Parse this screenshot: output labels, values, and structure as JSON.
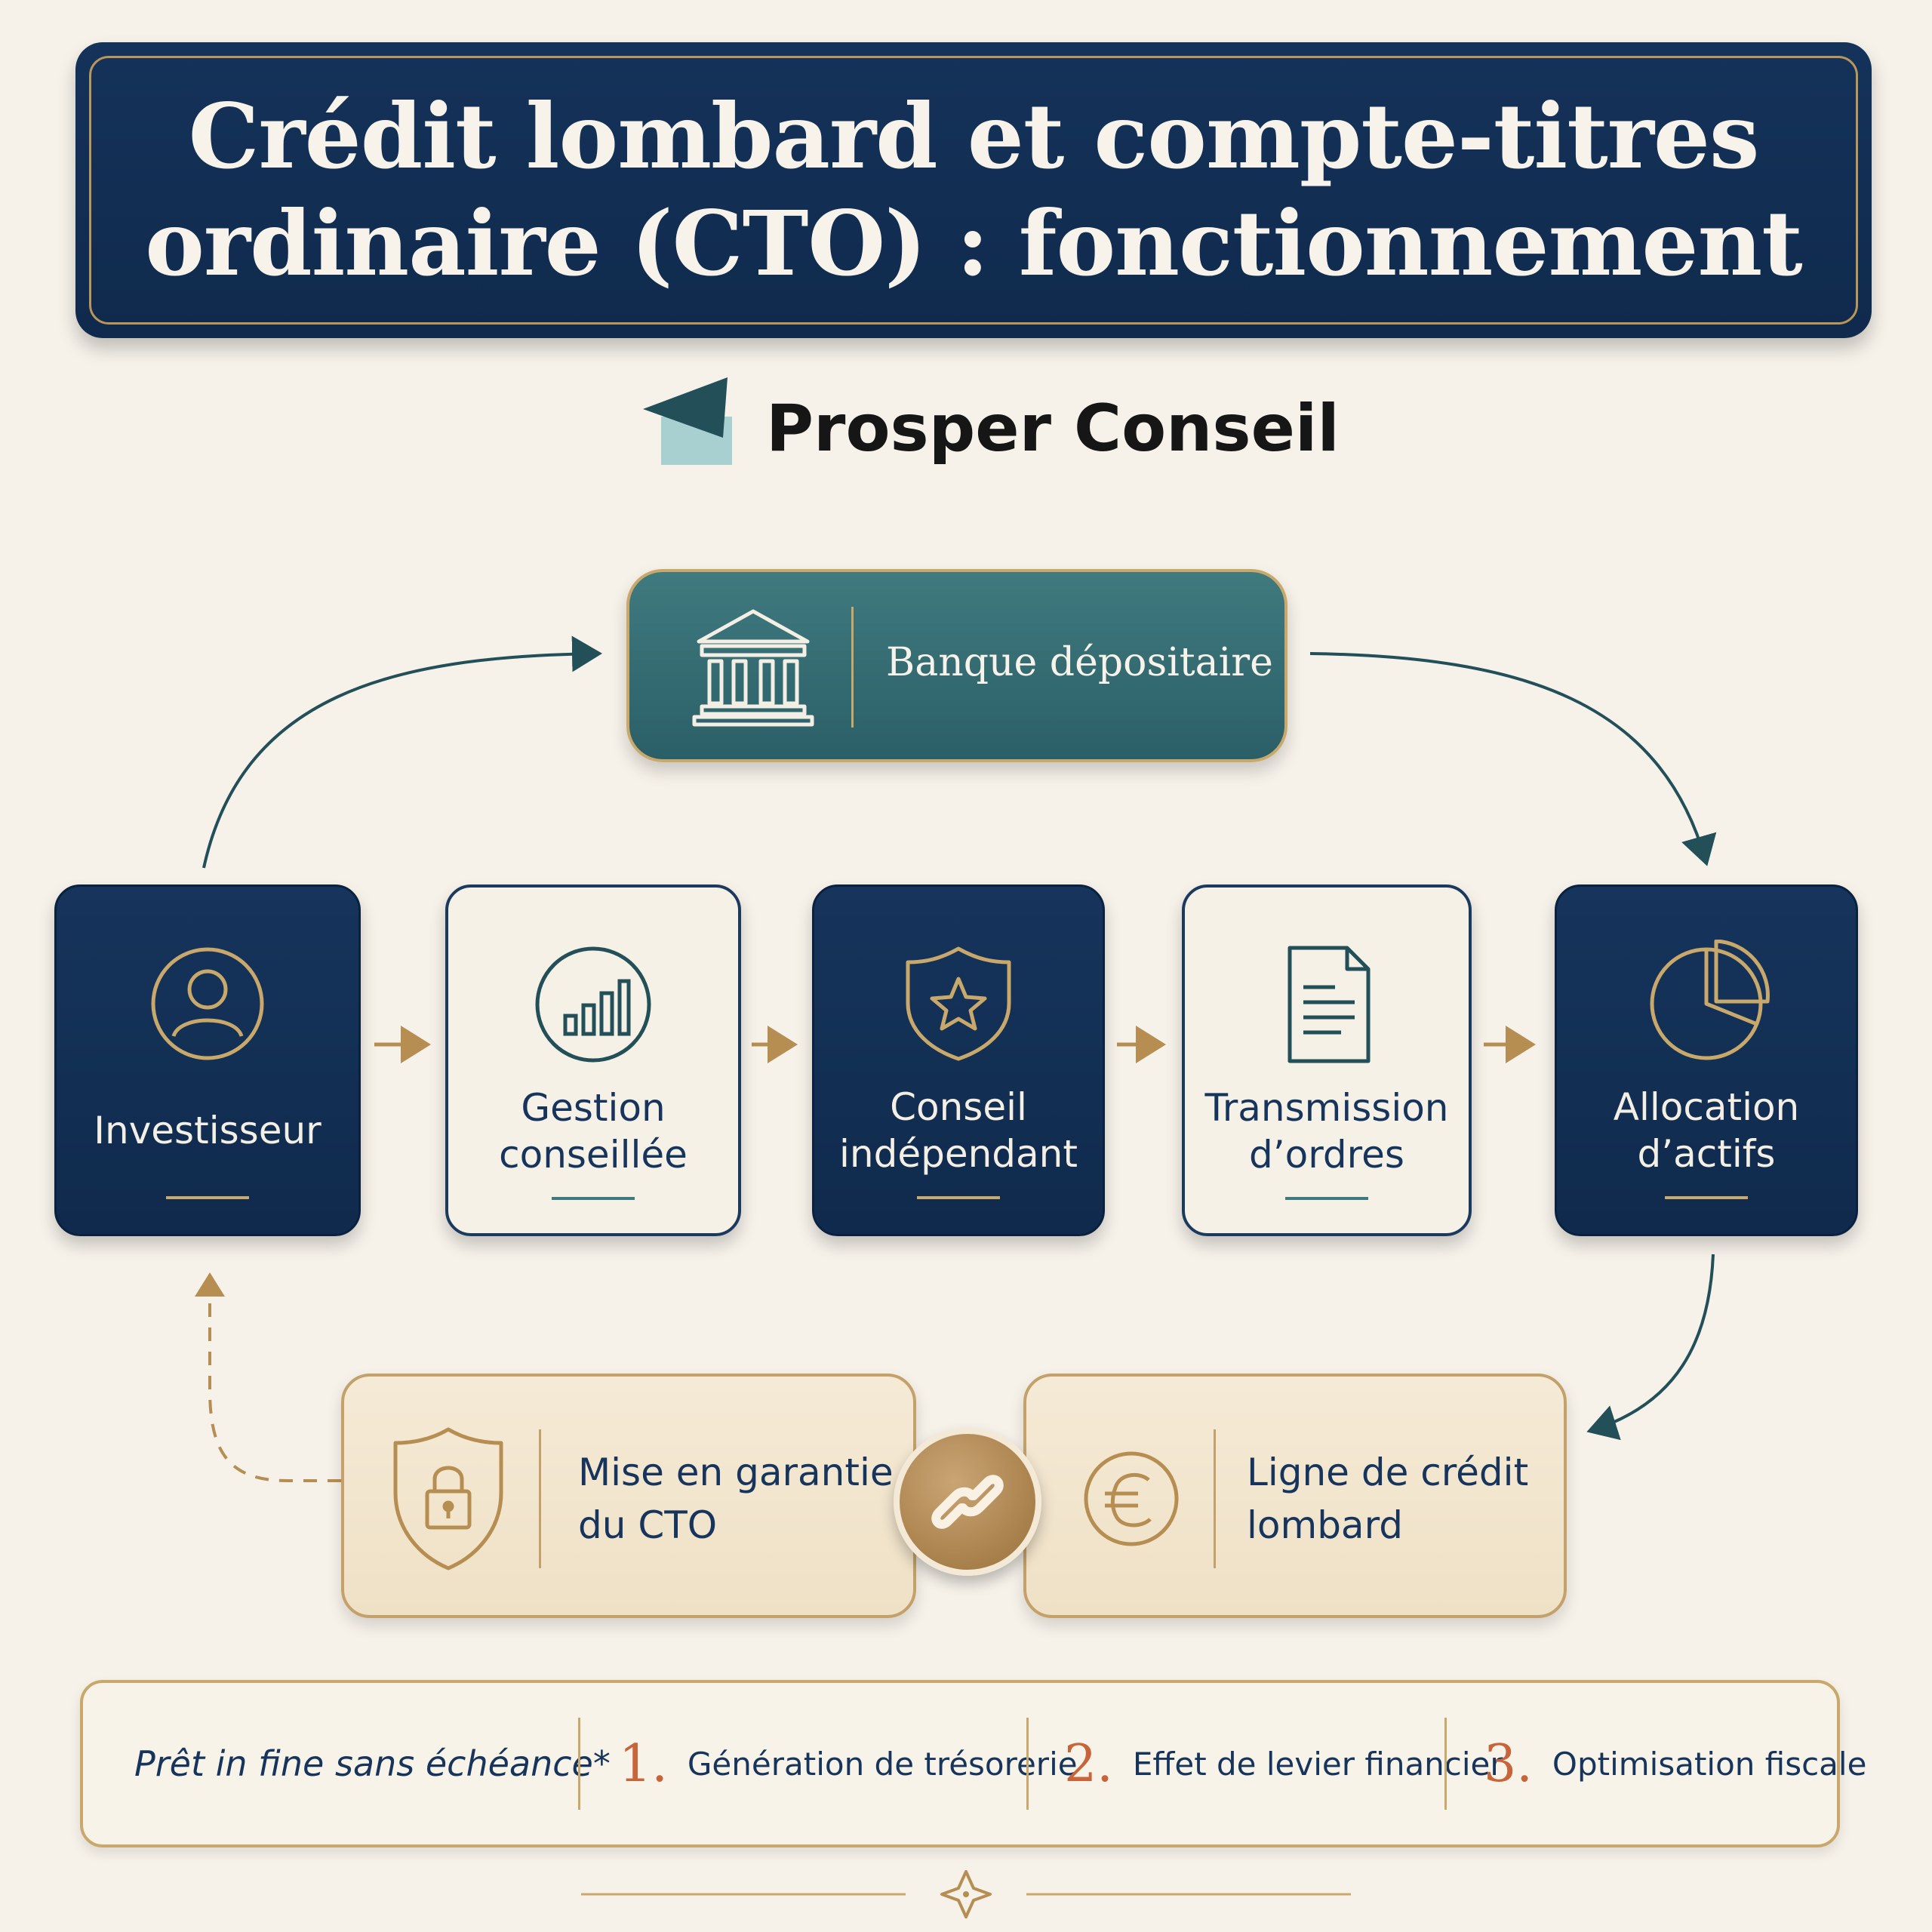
{
  "header": {
    "title_line1": "Crédit lombard et compte-titres",
    "title_line2": "ordinaire (CTO) : fonctionnement"
  },
  "brand": {
    "name": "Prosper Conseil",
    "logo_icon": "prosper-conseil-logo"
  },
  "bank": {
    "label": "Banque dépositaire",
    "icon": "bank-building-icon"
  },
  "process_steps": [
    {
      "label": "Investisseur",
      "icon": "user-icon",
      "style": "dark"
    },
    {
      "label": "Gestion\nconseillée",
      "icon": "bar-chart-icon",
      "style": "light"
    },
    {
      "label": "Conseil\nindépendant",
      "icon": "shield-star-icon",
      "style": "dark"
    },
    {
      "label": "Transmission\nd’ordres",
      "icon": "document-icon",
      "style": "light"
    },
    {
      "label": "Allocation\nd’actifs",
      "icon": "pie-chart-icon",
      "style": "dark"
    }
  ],
  "collateral": {
    "label": "Mise en garantie\ndu CTO",
    "icon": "shield-lock-icon"
  },
  "credit_line": {
    "label": "Ligne de crédit\nlombard",
    "icon": "euro-icon"
  },
  "link_badge": {
    "icon": "chain-link-icon"
  },
  "bottom_bar": {
    "note": "Prêt in fine sans échéance*",
    "benefits": [
      {
        "num": "1.",
        "text": "Génération de trésorerie"
      },
      {
        "num": "2.",
        "text": "Effet de levier financier"
      },
      {
        "num": "3.",
        "text": "Optimisation fiscale"
      }
    ]
  },
  "colors": {
    "navy": "#0f2a4c",
    "teal": "#2b5f67",
    "gold": "#c9a86b",
    "cream": "#f6f2ea",
    "orange": "#c8643a"
  }
}
